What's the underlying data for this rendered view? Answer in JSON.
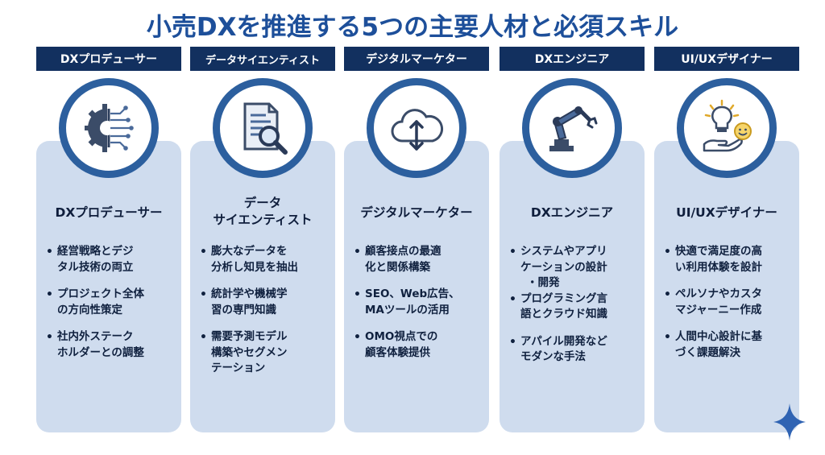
{
  "title": "小売DXを推進する5つの主要人材と必須スキル",
  "columns": [
    {
      "header": "DXプロデューサー",
      "icon": "gear-circuit-icon",
      "card_title": [
        "DXプロデューサー"
      ],
      "bullets": [
        [
          "経営戦略とデジ",
          "タル技術の両立"
        ],
        [
          "プロジェクト全体",
          "の方向性策定"
        ],
        [
          "社内外ステーク",
          "ホルダーとの調整"
        ]
      ]
    },
    {
      "header": "データサイエンティスト",
      "icon": "document-magnifier-icon",
      "card_title": [
        "データ",
        "サイエンティスト"
      ],
      "bullets": [
        [
          "膨大なデータを",
          "分析し知見を抽出"
        ],
        [
          "統計学や機械学",
          "習の専門知識"
        ],
        [
          "需要予測モデル",
          "構築やセグメン",
          "テーション"
        ]
      ]
    },
    {
      "header": "デジタルマーケター",
      "icon": "cloud-sync-icon",
      "card_title": [
        "デジタルマーケター"
      ],
      "bullets": [
        [
          "顧客接点の最適",
          "化と関係構築"
        ],
        [
          "SEO、Web広告、",
          "MAツールの活用"
        ],
        [
          "OMO視点での",
          "顧客体験提供"
        ]
      ]
    },
    {
      "header": "DXエンジニア",
      "icon": "robot-arm-icon",
      "card_title": [
        "DXエンジニア"
      ],
      "bullets": [
        [
          "システムやアプリ",
          "ケーションの設計",
          "・開発"
        ],
        [
          "プログラミング言",
          "語とクラウド知識"
        ],
        [
          "アパイル開発など",
          "モダンな手法"
        ]
      ]
    },
    {
      "header": "UI/UXデザイナー",
      "icon": "lightbulb-hand-icon",
      "card_title": [
        "UI/UXデザイナー"
      ],
      "bullets": [
        [
          "快適で満足度の高",
          "い利用体験を設計"
        ],
        [
          "ペルソナやカスタ",
          "マジャーニー作成"
        ],
        [
          "人間中心設計に基",
          "づく課題解決"
        ]
      ]
    }
  ],
  "colors": {
    "title": "#1d4f9a",
    "header_bg": "#12305f",
    "card_bg": "#cfdcee",
    "ring": "#2c5f9e",
    "accent": "#2f63b3"
  }
}
